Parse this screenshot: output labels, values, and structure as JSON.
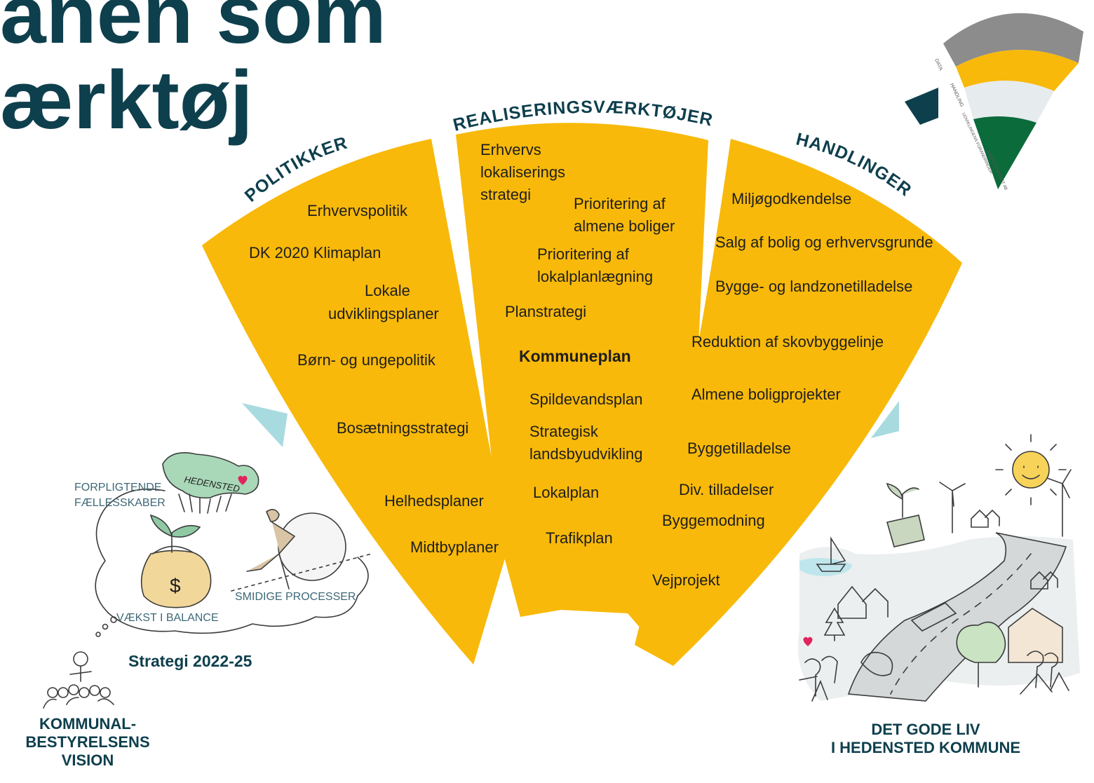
{
  "title": {
    "line1": "anen som",
    "line2": "ærktøj"
  },
  "sectors": [
    {
      "heading": "POLITIKKER",
      "items": [
        "Erhvervspolitik",
        "DK 2020 Klimaplan",
        "Lokale",
        "udviklingsplaner",
        "Børn- og ungepolitik",
        "Bosætningsstrategi",
        "Helhedsplaner",
        "Midtbyplaner"
      ]
    },
    {
      "heading": "REALISERINGSVÆRKTØJER",
      "items": [
        "Erhvervs",
        "lokaliserings",
        "strategi",
        "Prioritering af",
        "almene boliger",
        "Prioritering af",
        "lokalplanlægning",
        "Planstrategi",
        "Kommuneplan",
        "Spildevandsplan",
        "Strategisk",
        "landsbyudvikling",
        "Lokalplan",
        "Trafikplan"
      ]
    },
    {
      "heading": "HANDLINGER",
      "items": [
        "Miljøgodkendelse",
        "Salg af bolig og erhvervsgrunde",
        "Bygge- og landzonetilladelse",
        "Reduktion af skovbyggelinje",
        "Almene boligprojekter",
        "Byggetilladelse",
        "Div. tilladelser",
        "Byggemodning",
        "Vejprojekt"
      ]
    }
  ],
  "left_illustration": {
    "labels": [
      "FORPLIGTENDE",
      "FÆLLESSKABER",
      "SMIDIGE PROCESSER",
      "VÆKST I BALANCE",
      "Strategi 2022-25",
      "HEDENSTED"
    ],
    "caption": [
      "KOMMUNAL-",
      "BESTYRELSENS",
      "VISION"
    ]
  },
  "right_illustration": {
    "caption": [
      "DET GODE LIV",
      "I HEDENSTED KOMMUNE"
    ]
  },
  "mini_fan": {
    "bands": [
      "DATA",
      "HANDLING",
      "UDVIKLINGENS FORANDRINGER",
      "SAMFUNDSKRAFT 4B"
    ],
    "colors": [
      "#8c8c8c",
      "#f8b90a",
      "#e6ebee",
      "#0c6b3b"
    ]
  },
  "colors": {
    "accent": "#f8b90a",
    "heading": "#0e3f4d",
    "teal": "#a8dbe0"
  }
}
